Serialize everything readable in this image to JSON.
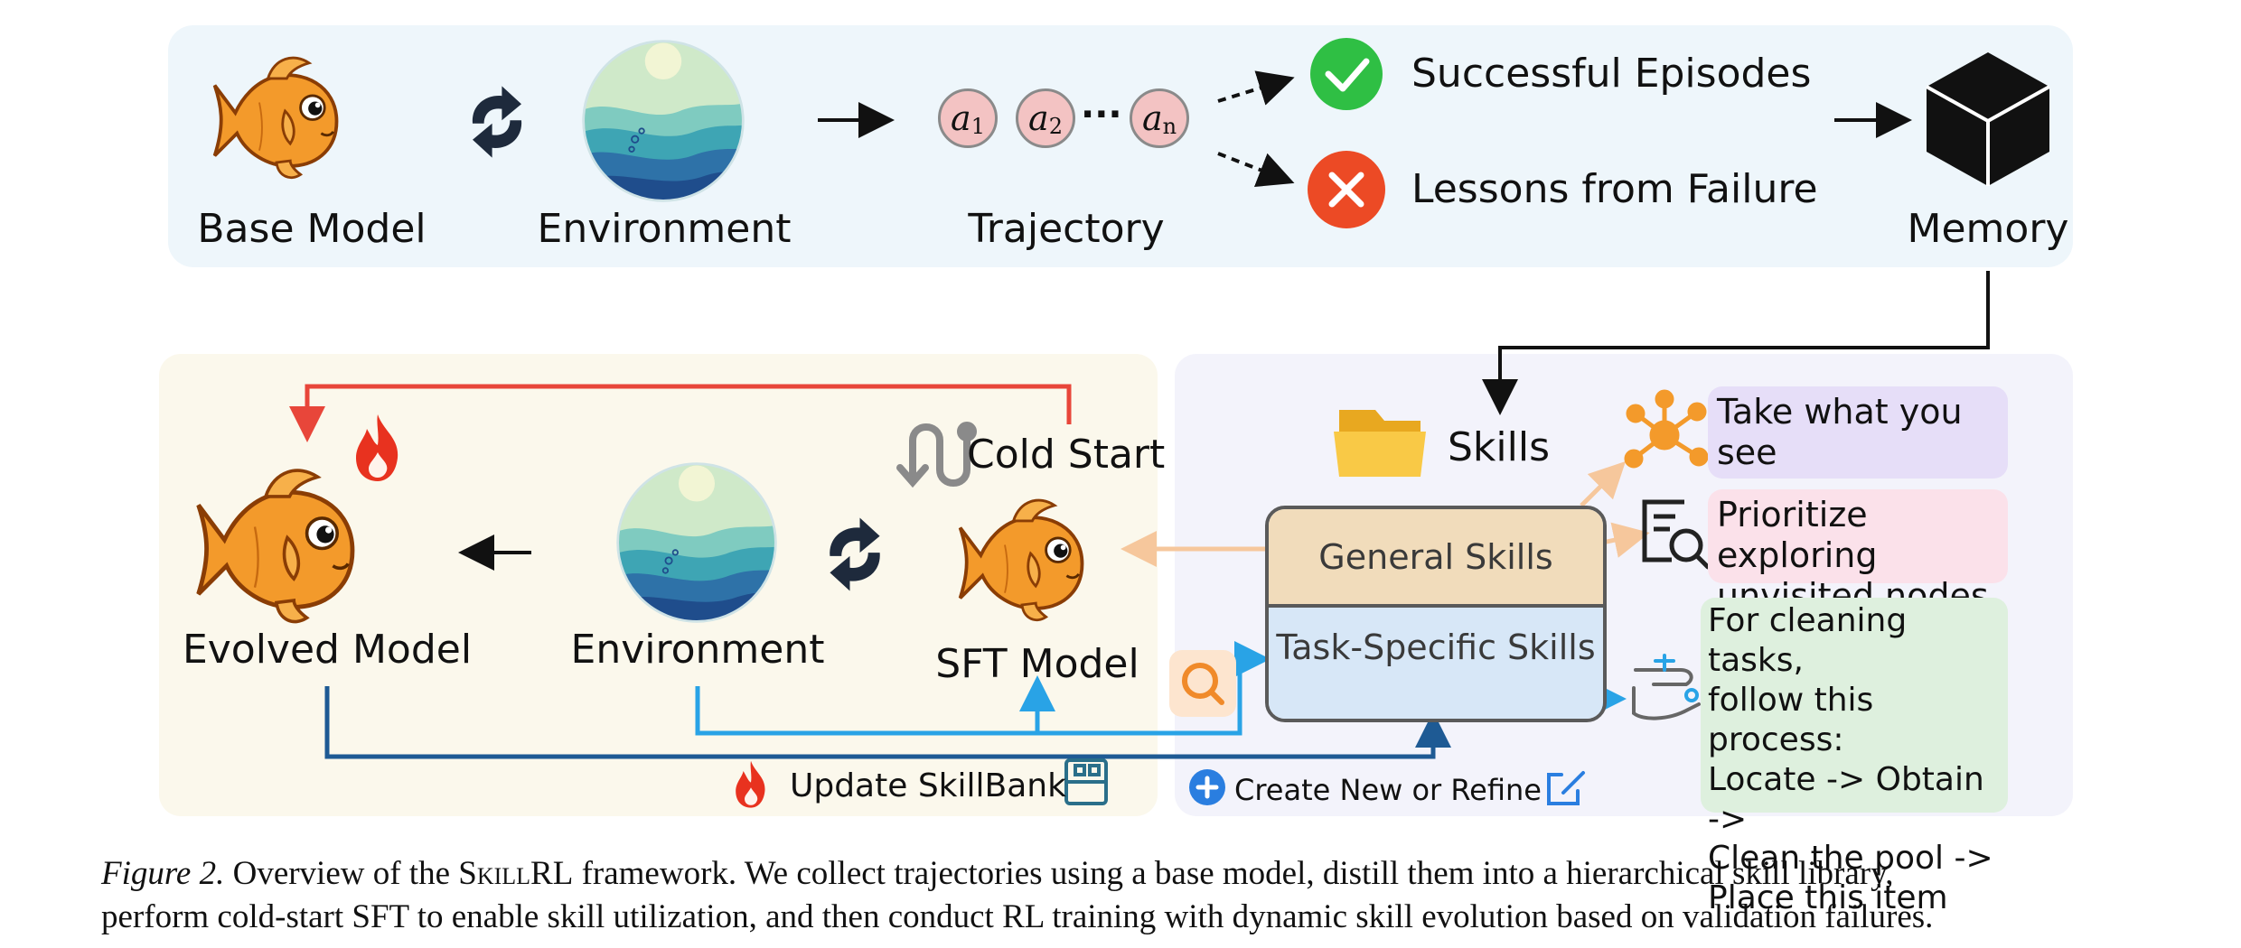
{
  "top": {
    "base_model": "Base Model",
    "environment": "Environment",
    "trajectory": "Trajectory",
    "actions": [
      {
        "sym": "a",
        "sub": "1"
      },
      {
        "sym": "a",
        "sub": "2"
      },
      {
        "sym": "a",
        "sub": "n"
      }
    ],
    "ellipsis": "···",
    "successful": "Successful Episodes",
    "failure": "Lessons from Failure",
    "memory": "Memory"
  },
  "bottom": {
    "cold_start": "Cold Start",
    "evolved_model": "Evolved Model",
    "environment": "Environment",
    "sft_model": "SFT Model",
    "update_skillbank": "Update SkillBank",
    "create_refine": "Create New or Refine",
    "skills": "Skills",
    "general_skills": "General Skills",
    "task_specific_skills": "Task-Specific Skills",
    "examples": {
      "take": "Take what you see",
      "prioritize_1": "Prioritize exploring",
      "prioritize_2": "unvisited nodes",
      "cleaning": [
        "For cleaning tasks,",
        "follow this process:",
        "Locate -> Obtain ->",
        "Clean the pool ->",
        "Place this item"
      ]
    }
  },
  "caption": {
    "figure": "Figure 2.",
    "pre": "Overview of the",
    "name": "SkillRL",
    "rest": "framework. We collect trajectories using a base model, distill them into a hierarchical skill library,",
    "line2": "perform cold-start SFT to enable skill utilization, and then conduct RL training with dynamic skill evolution based on validation failures."
  },
  "colors": {
    "top_panel": "#eef6fb",
    "left_panel": "#fbf8ec",
    "right_panel": "#f3f3fb",
    "red_arrow": "#e8463a",
    "blue_arrow": "#29a3e6",
    "navy_arrow": "#1e5a94",
    "peach_arrow": "#f6c79c",
    "success_green": "#2fbf44",
    "failure_red": "#ec4a25",
    "purple_box": "#e6def8",
    "pink_box": "#fbe1ea",
    "green_box": "#def0de"
  },
  "icons": [
    "goldfish-icon",
    "refresh-cycle-icon",
    "environment-globe-icon",
    "check-icon",
    "cross-icon",
    "memory-cube-icon",
    "folder-icon",
    "network-icon",
    "document-search-icon",
    "wrench-icon",
    "search-icon",
    "flame-icon",
    "plus-circle-icon",
    "edit-icon",
    "skillbank-icon",
    "cold-start-icon"
  ]
}
